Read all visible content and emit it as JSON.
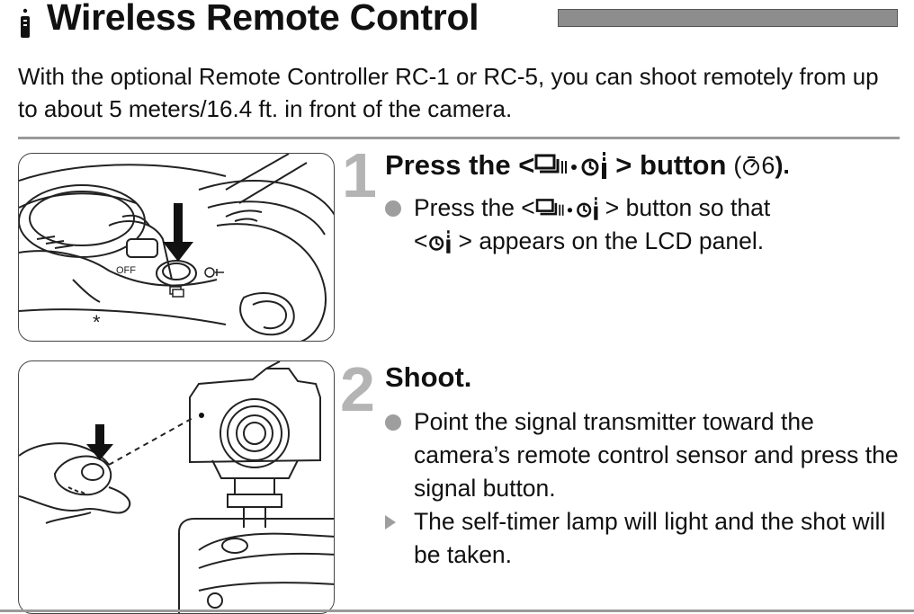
{
  "header": {
    "title": "Wireless Remote Control",
    "icon": "remote-control-icon"
  },
  "intro": "With the optional Remote Controller RC-1 or RC-5, you can shoot remotely from up to about 5 meters/16.4 ft. in front of the camera.",
  "steps": [
    {
      "number": "1",
      "title_prefix": "Press the <",
      "title_suffix": "> button",
      "title_ref_open": "(",
      "title_ref_page": "6",
      "title_ref_close": ").",
      "items": [
        {
          "marker": "bullet",
          "part1": "Press the <",
          "part2": "> button so that",
          "part3": "<",
          "part4": "> appears on the LCD panel."
        }
      ]
    },
    {
      "number": "2",
      "title": "Shoot.",
      "items": [
        {
          "marker": "bullet",
          "text": "Point the signal transmitter toward the camera’s remote control sensor and press the signal button."
        },
        {
          "marker": "arrow",
          "text": "The self-timer lamp will light and the shot will be taken."
        }
      ]
    }
  ],
  "illustrations": {
    "step1": "camera-drive-button-illustration",
    "step2": "remote-controller-camera-illustration"
  },
  "icons": [
    "drive-mode-icon",
    "self-timer-remote-icon",
    "page-reference-icon"
  ],
  "colors": {
    "step_number": "#b4b4b4",
    "bullet": "#9e9e9e",
    "rule": "#9a9a9a",
    "title_bar": "#8d8d8d"
  }
}
